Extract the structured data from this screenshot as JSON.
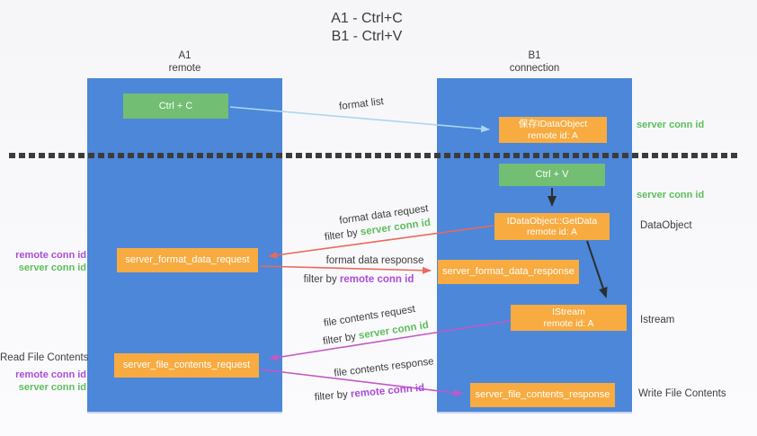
{
  "title": {
    "line1": "A1 - Ctrl+C",
    "line2": "B1 - Ctrl+V"
  },
  "lanes": {
    "a": {
      "name": "A1",
      "role": "remote"
    },
    "b": {
      "name": "B1",
      "role": "connection"
    }
  },
  "boxes": {
    "ctrl_c": "Ctrl + C",
    "ctrl_v": "Ctrl + V",
    "save_idataobject": {
      "line1": "保存IDataObject",
      "line2": "remote id: A"
    },
    "getdata": {
      "line1": "IDataObject::GetData",
      "line2": "remote id: A"
    },
    "istream": {
      "line1": "IStream",
      "line2": "remote id: A"
    },
    "server_format_data_request": "server_format_data_request",
    "server_format_data_response": "server_format_data_response",
    "server_file_contents_request": "server_file_contents_request",
    "server_file_contents_response": "server_file_contents_response"
  },
  "flow_labels": {
    "format_list": "format list",
    "format_data_request": "format data request",
    "format_data_response": "format data response",
    "file_contents_request": "file contents request",
    "file_contents_response": "file contents response",
    "filter_by": "filter by",
    "server_conn_id": "server conn id",
    "remote_conn_id": "remote conn id"
  },
  "side_labels": {
    "remote_conn_id": "remote conn id",
    "server_conn_id": "server conn id",
    "read_file_contents": "Read File Contents",
    "write_file_contents": "Write File Contents",
    "data_object": "DataObject",
    "istream": "Istream"
  },
  "colors": {
    "lane_blue": "#4C87D9",
    "box_orange": "#F7AB40",
    "box_green": "#72BE72",
    "green_id_text": "#5CBE5C",
    "purple_id_text": "#AB4BD9",
    "arrow_red": "#E9695B",
    "arrow_magenta": "#C358C6",
    "arrow_light_blue": "#AAD6F2",
    "arrow_black": "#2E2E2E",
    "text_dark": "#3D3D3D"
  }
}
